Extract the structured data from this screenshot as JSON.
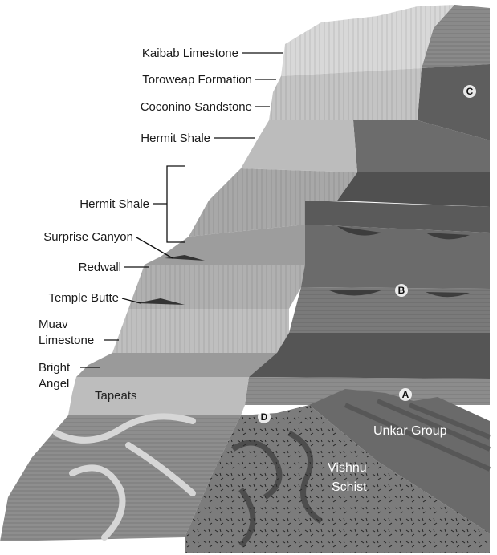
{
  "labels": {
    "kaibab": "Kaibab Limestone",
    "toroweap": "Toroweap Formation",
    "coconino": "Coconino Sandstone",
    "hermit_upper": "Hermit Shale",
    "hermit_lower": "Hermit Shale",
    "surprise_canyon": "Surprise Canyon",
    "redwall": "Redwall",
    "temple_butte": "Temple Butte",
    "muav_line1": "Muav",
    "muav_line2": "Limestone",
    "bright_angel_line1": "Bright",
    "bright_angel_line2": "Angel",
    "tapeats": "Tapeats",
    "unkar_group": "Unkar Group",
    "vishnu_line1": "Vishnu",
    "vishnu_line2": "Schist"
  },
  "markers": {
    "a": "A",
    "b": "B",
    "c": "C",
    "d": "D"
  }
}
